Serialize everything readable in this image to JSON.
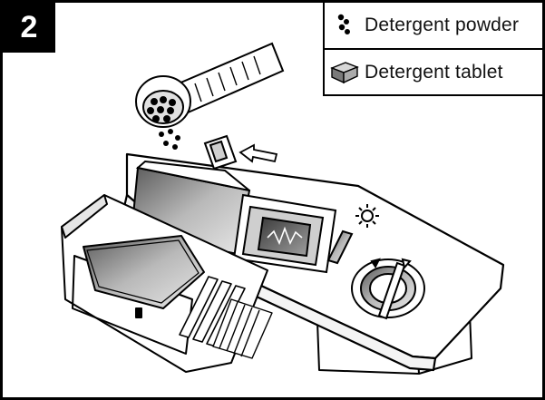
{
  "step": {
    "number": "2"
  },
  "legend": {
    "items": [
      {
        "icon": "detergent-powder-icon",
        "label": "Detergent powder"
      },
      {
        "icon": "detergent-tablet-icon",
        "label": "Detergent tablet"
      }
    ]
  },
  "colors": {
    "outline": "#000000",
    "background": "#ffffff",
    "shade": "#8a8a8a"
  }
}
